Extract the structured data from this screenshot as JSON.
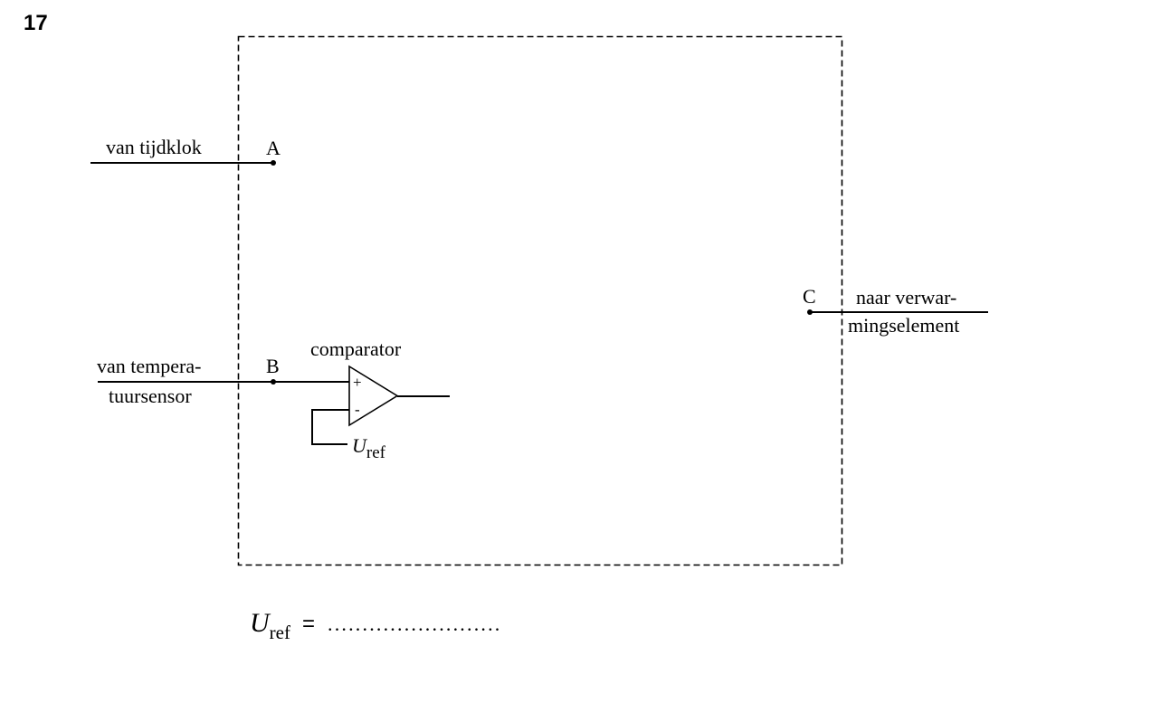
{
  "question_number": "17",
  "diagram": {
    "inputs": {
      "a": {
        "label": "van tijdklok",
        "node": "A"
      },
      "b": {
        "label_line1": "van tempera-",
        "label_line2": "tuursensor",
        "node": "B"
      }
    },
    "output": {
      "node": "C",
      "label_line1": "naar verwar-",
      "label_line2": "mingselement"
    },
    "comparator": {
      "title": "comparator",
      "plus": "+",
      "minus": "-",
      "ref_symbol": "U",
      "ref_subscript": "ref"
    }
  },
  "answer": {
    "symbol": "U",
    "subscript": "ref",
    "equals": "=",
    "blank": "........................."
  }
}
